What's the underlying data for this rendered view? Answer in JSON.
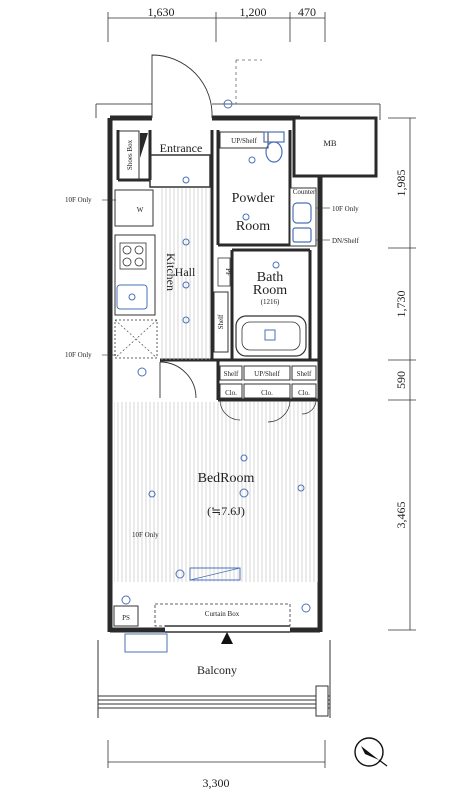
{
  "dimensions": {
    "top": [
      "1,630",
      "1,200",
      "470"
    ],
    "right": [
      "1,985",
      "1,730",
      "590",
      "3,465"
    ],
    "bottom": "3,300"
  },
  "rooms": {
    "entrance": "Entrance",
    "shoes_box": "Shoes Box",
    "up_shelf_top": "UP/Shelf",
    "mb": "MB",
    "powder_line1": "Powder",
    "powder_line2": "Room",
    "counter": "Counter",
    "kitchen": "Kitchen",
    "hall": "Hall",
    "bath_line1": "Bath",
    "bath_line2": "Room",
    "bath_size": "(1216)",
    "shelf_vertical": "Shelf",
    "up_shelf_closet": "UP/Shelf",
    "shelf_left": "Shelf",
    "shelf_right": "Shelf",
    "clo_1": "Clo.",
    "clo_2": "Clo.",
    "clo_3": "Clo.",
    "bedroom": "BedRoom",
    "bedroom_size": "(≒7.6J)",
    "curtain_box": "Curtain Box",
    "ps": "PS",
    "balcony": "Balcony",
    "w_mark": "W",
    "pf_mark": "PF"
  },
  "notes": {
    "left_1": "10F Only",
    "left_2": "10F Only",
    "bedroom_note": "10F Only",
    "right_1": "10F Only",
    "right_2": "DN/Shelf"
  },
  "colors": {
    "wall": "#2a2a2a",
    "fixture_blue": "#4a72b8",
    "line": "#333333"
  },
  "icons": {
    "compass": "north-compass-icon"
  }
}
